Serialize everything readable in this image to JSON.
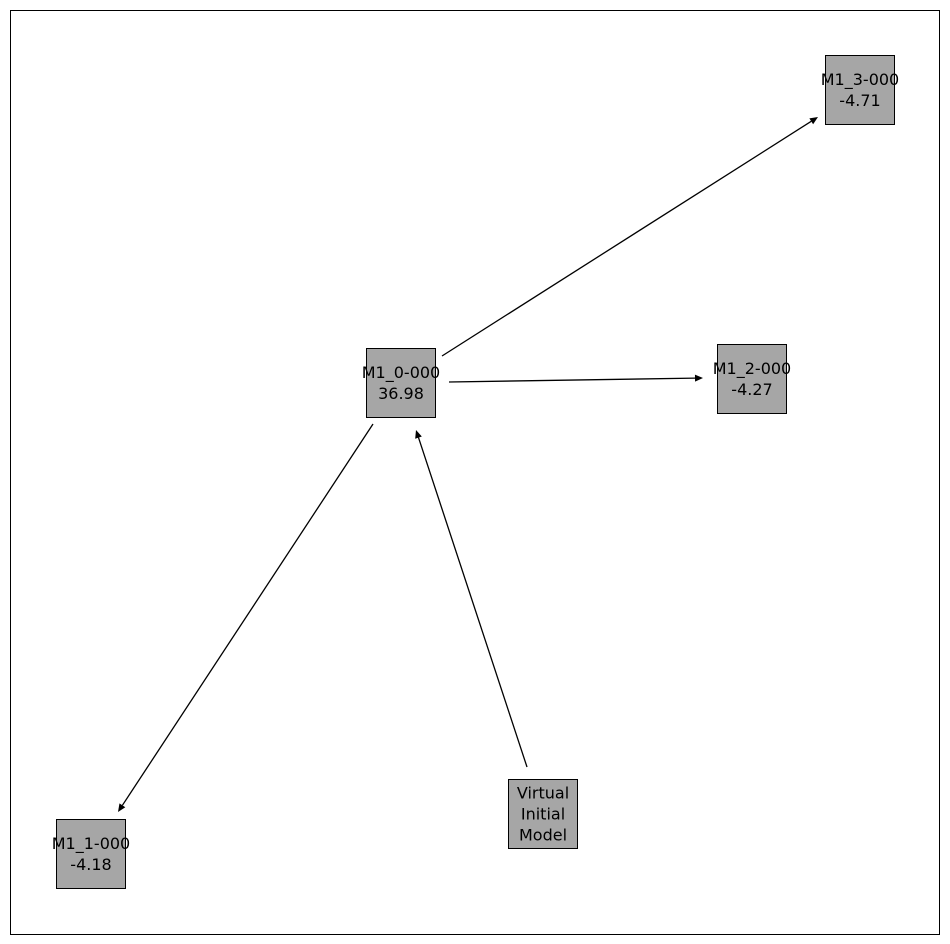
{
  "graph": {
    "colors": {
      "node_fill": "#a6a6a6",
      "node_stroke": "#000000",
      "edge": "#000000",
      "frame": "#000000"
    },
    "nodes": [
      {
        "id": "m1_0",
        "lines": [
          "M1_0-000",
          "36.98"
        ]
      },
      {
        "id": "m1_1",
        "lines": [
          "M1_1-000",
          "-4.18"
        ]
      },
      {
        "id": "m1_2",
        "lines": [
          "M1_2-000",
          "-4.27"
        ]
      },
      {
        "id": "m1_3",
        "lines": [
          "M1_3-000",
          "-4.71"
        ]
      },
      {
        "id": "virtual",
        "lines": [
          "Virtual",
          "Initial",
          "Model"
        ]
      }
    ],
    "edges": [
      {
        "from": "virtual",
        "to": "m1_0"
      },
      {
        "from": "m1_0",
        "to": "m1_1"
      },
      {
        "from": "m1_0",
        "to": "m1_2"
      },
      {
        "from": "m1_0",
        "to": "m1_3"
      }
    ]
  }
}
